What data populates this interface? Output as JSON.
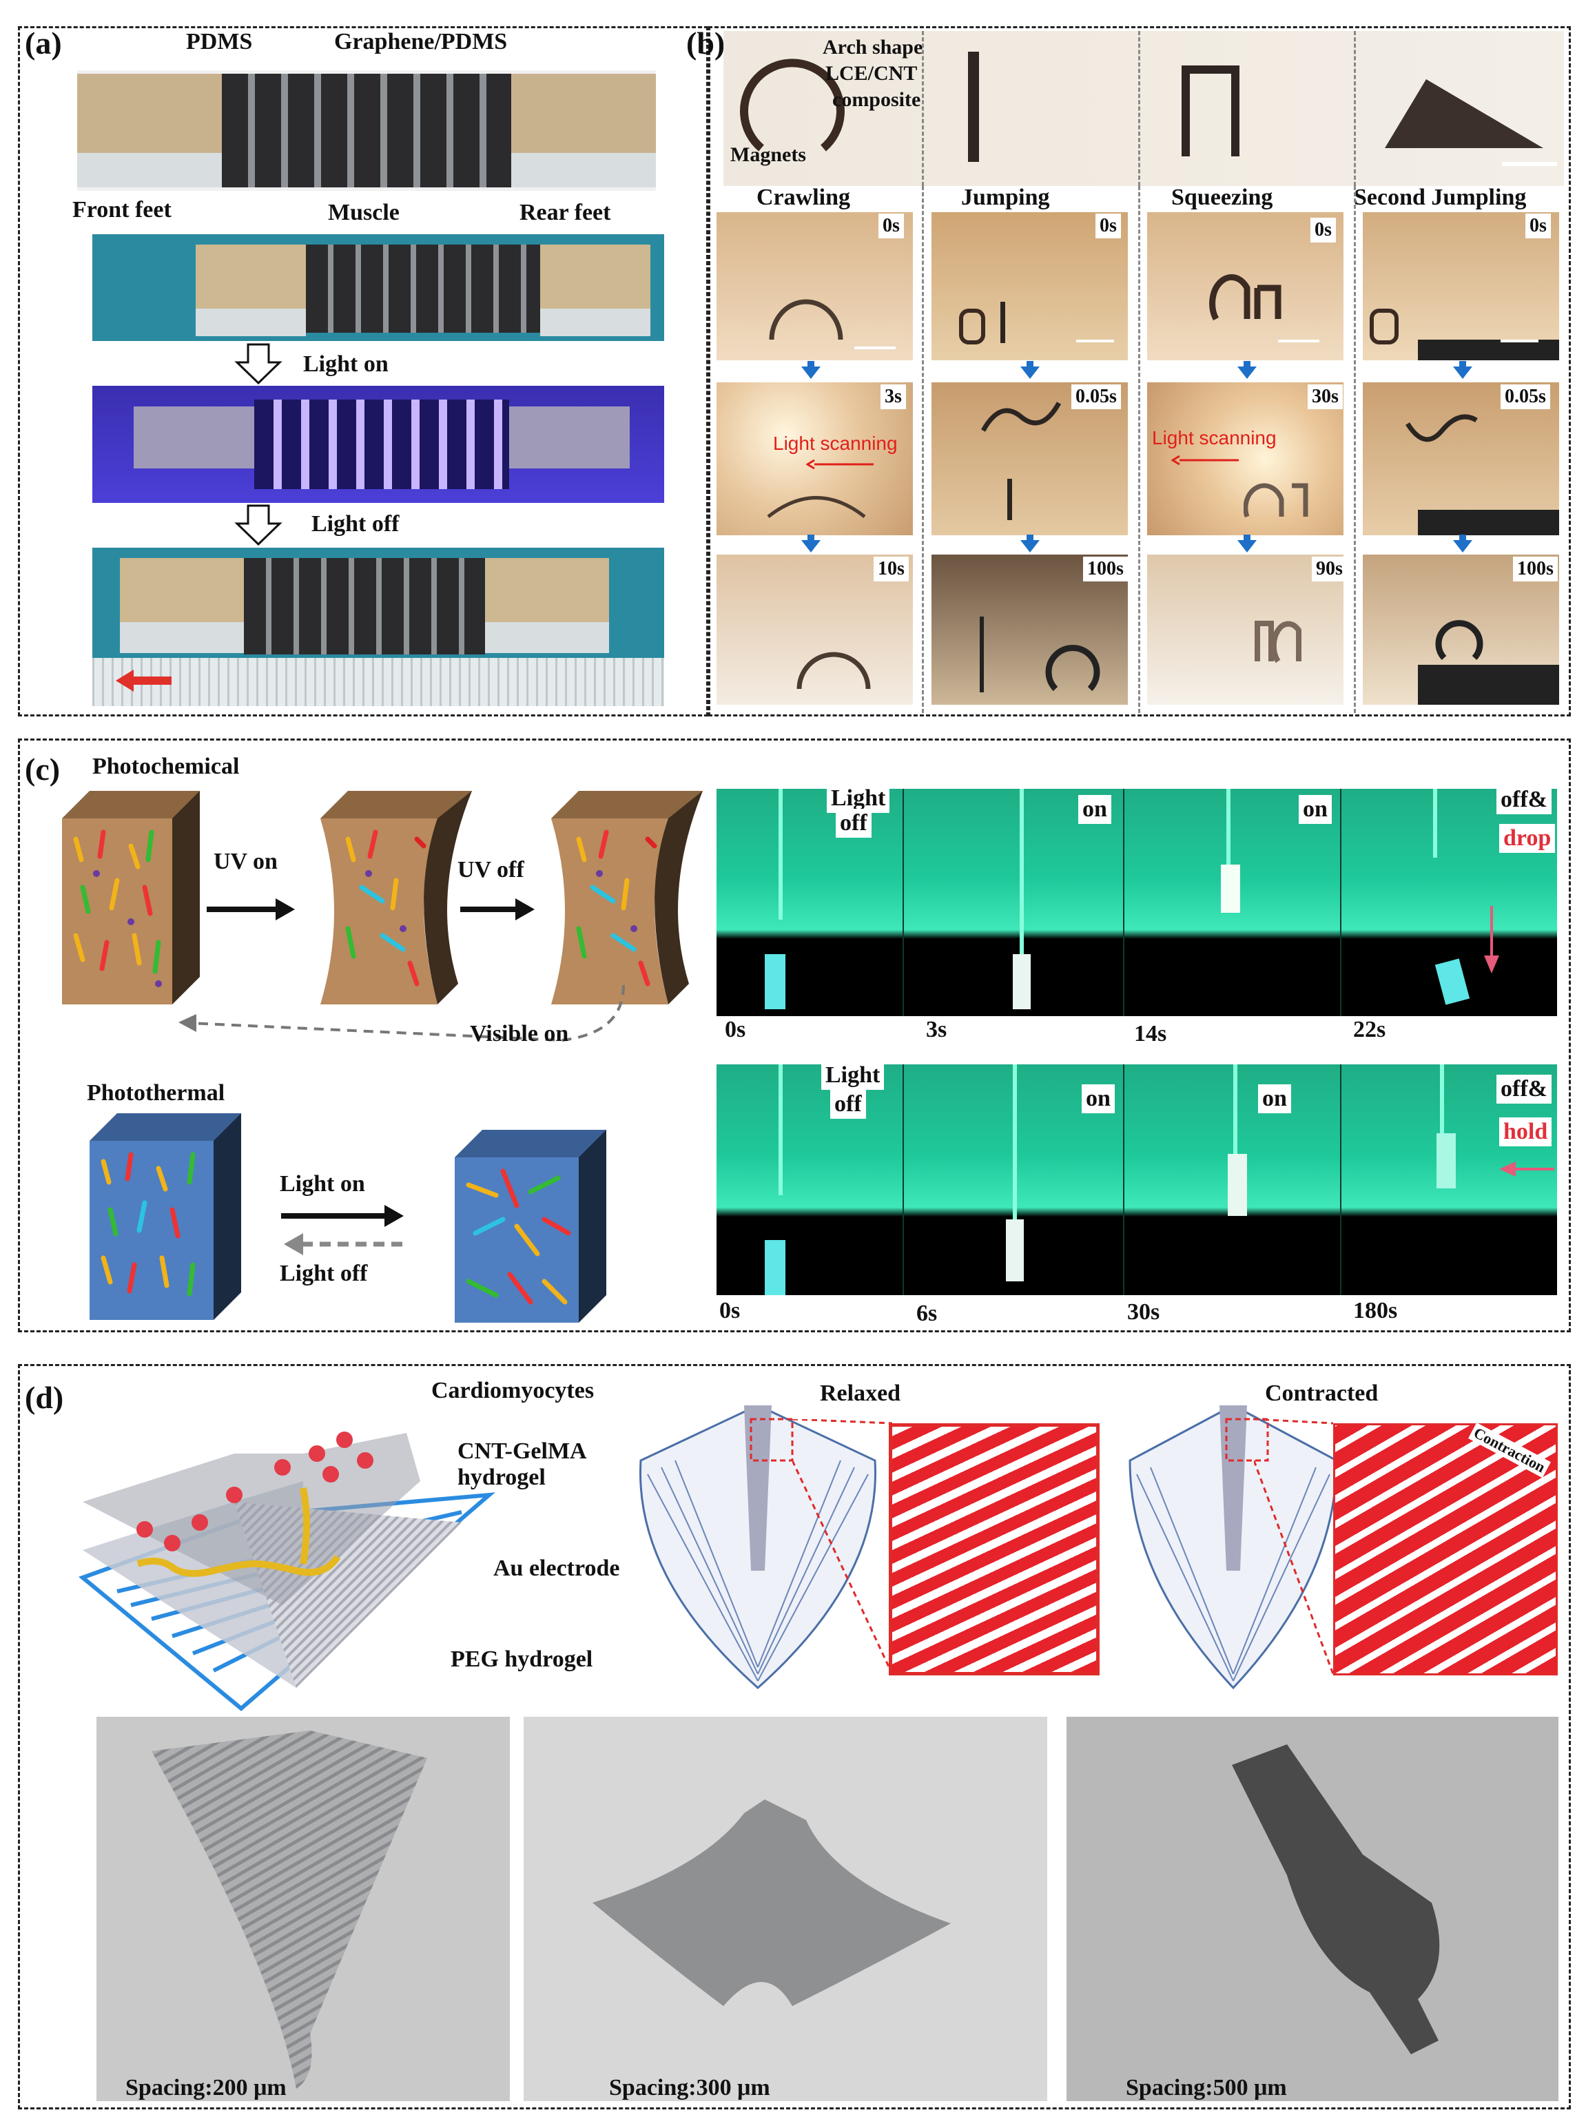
{
  "panel_a": {
    "label": "(a)",
    "pdms": "PDMS",
    "graphene": "Graphene/PDMS",
    "front_feet": "Front feet",
    "muscle": "Muscle",
    "rear_feet": "Rear feet",
    "light_on": "Light on",
    "light_off": "Light off"
  },
  "panel_b": {
    "label": "(b)",
    "arch_shape": "Arch shape",
    "lce_cnt": "LCE/CNT",
    "composite": "composite",
    "magnets": "Magnets",
    "columns": [
      {
        "title": "Crawling",
        "times": [
          "0s",
          "3s",
          "10s"
        ]
      },
      {
        "title": "Jumping",
        "times": [
          "0s",
          "0.05s",
          "100s"
        ]
      },
      {
        "title": "Squeezing",
        "times": [
          "0s",
          "30s",
          "90s"
        ]
      },
      {
        "title": "Second Jumpling",
        "times": [
          "0s",
          "0.05s",
          "100s"
        ]
      }
    ],
    "light_scanning": "Light scanning"
  },
  "panel_c": {
    "label": "(c)",
    "photochemical": "Photochemical",
    "uv_on": "UV  on",
    "uv_off": "UV  off",
    "visible_on": "Visible  on",
    "photothermal": "Photothermal",
    "light_on": "Light  on",
    "light_off": "Light  off",
    "row1": {
      "tags": [
        "Light",
        "off",
        "on",
        "on",
        "off&",
        "drop"
      ],
      "times": [
        "0s",
        "3s",
        "14s",
        "22s"
      ]
    },
    "row2": {
      "tags": [
        "Light",
        "off",
        "on",
        "on",
        "off&",
        "hold"
      ],
      "times": [
        "0s",
        "6s",
        "30s",
        "180s"
      ]
    }
  },
  "panel_d": {
    "label": "(d)",
    "cardiomyocytes": "Cardiomyocytes",
    "cnt_gelma": "CNT-GelMA",
    "hydrogel": "hydrogel",
    "au_electrode": "Au electrode",
    "peg_hydrogel": "PEG hydrogel",
    "relaxed": "Relaxed",
    "contracted": "Contracted",
    "contraction": "Contraction",
    "spacings": [
      "Spacing:200 μm",
      "Spacing:300 μm",
      "Spacing:500 μm"
    ]
  }
}
